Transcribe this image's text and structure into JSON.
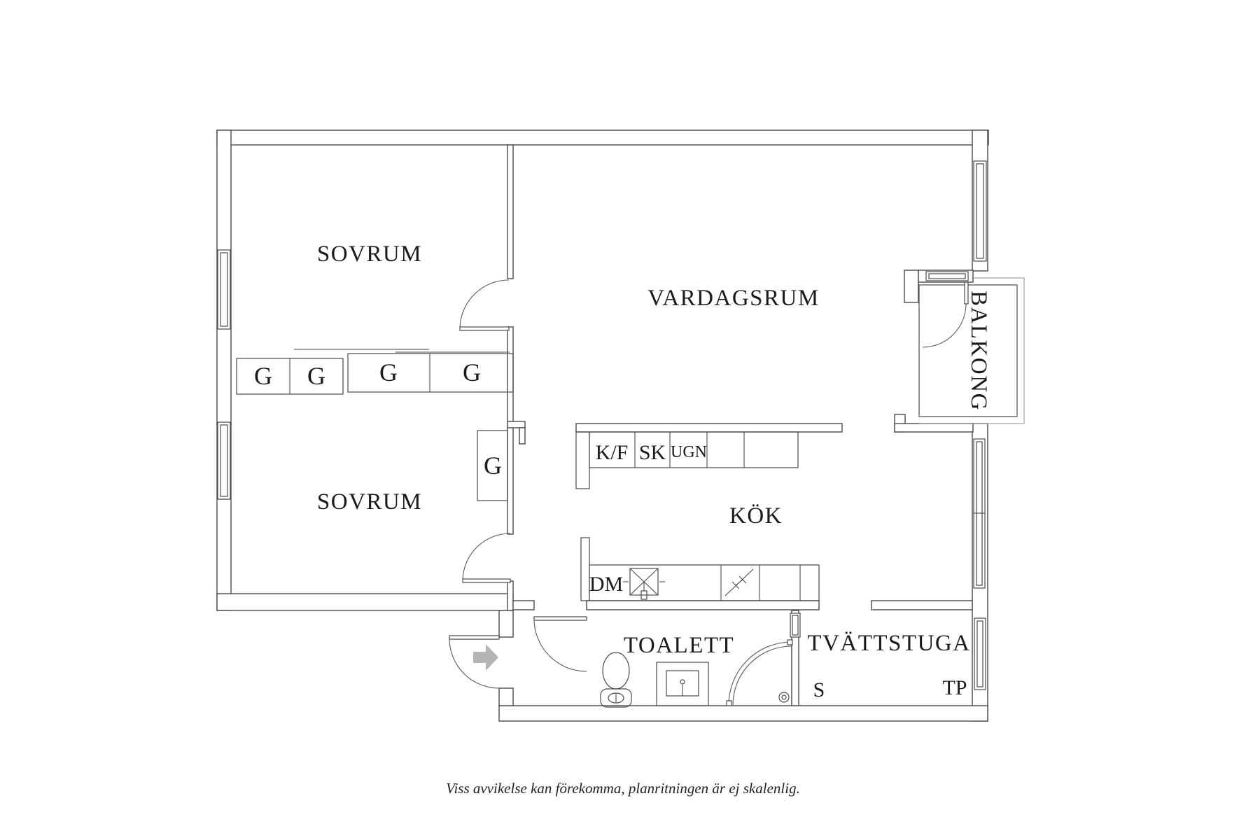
{
  "plan": {
    "rooms": {
      "bedroom1": "SOVRUM",
      "bedroom2": "SOVRUM",
      "living_room": "VARDAGSRUM",
      "kitchen": "KÖK",
      "toilet": "TOALETT",
      "laundry": "TVÄTTSTUGA",
      "balcony": "BALKONG"
    },
    "closet_labels": [
      "G",
      "G",
      "G",
      "G",
      "G"
    ],
    "appliances": {
      "fridge_freezer": "K/F",
      "cabinet": "SK",
      "oven": "UGN",
      "dishwasher": "DM",
      "laundry_s": "S",
      "laundry_tp": "TP"
    },
    "caption": "Viss avvikelse kan förekomma, planritningen är ej skalenlig.",
    "colors": {
      "wall": "#4a4a4a",
      "text": "#1b1b1b",
      "arrow": "#b4b4b4",
      "background": "#ffffff"
    }
  }
}
